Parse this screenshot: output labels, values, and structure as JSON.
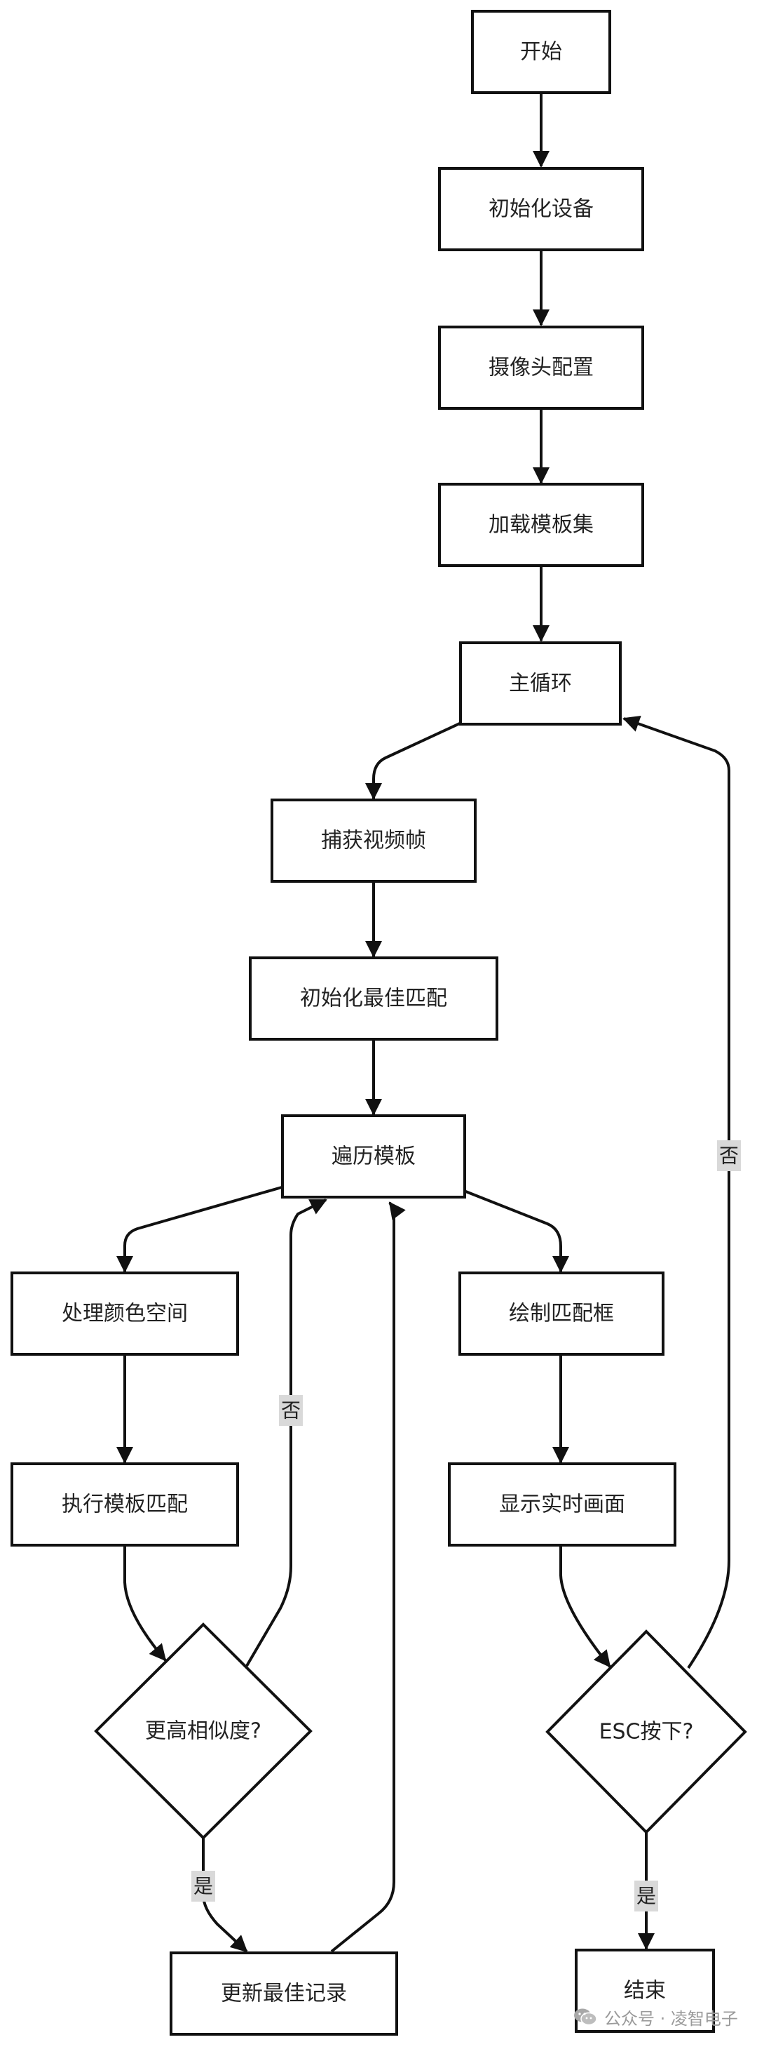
{
  "nodes": {
    "start": "开始",
    "init_device": "初始化设备",
    "camera_config": "摄像头配置",
    "load_templates": "加载模板集",
    "main_loop": "主循环",
    "capture_frame": "捕获视频帧",
    "init_best_match": "初始化最佳匹配",
    "iterate_templates": "遍历模板",
    "process_colorspace": "处理颜色空间",
    "execute_match": "执行模板匹配",
    "higher_similarity": "更高相似度?",
    "update_best": "更新最佳记录",
    "draw_box": "绘制匹配框",
    "show_frame": "显示实时画面",
    "esc_pressed": "ESC按下?",
    "end": "结束"
  },
  "edge_labels": {
    "similarity_yes": "是",
    "similarity_no": "否",
    "esc_yes": "是",
    "esc_no": "否"
  },
  "watermark": {
    "text": "公众号 · 凌智电子",
    "icon": "wechat-icon"
  },
  "colors": {
    "stroke": "#111111",
    "label_bg": "#d9d9d9"
  }
}
